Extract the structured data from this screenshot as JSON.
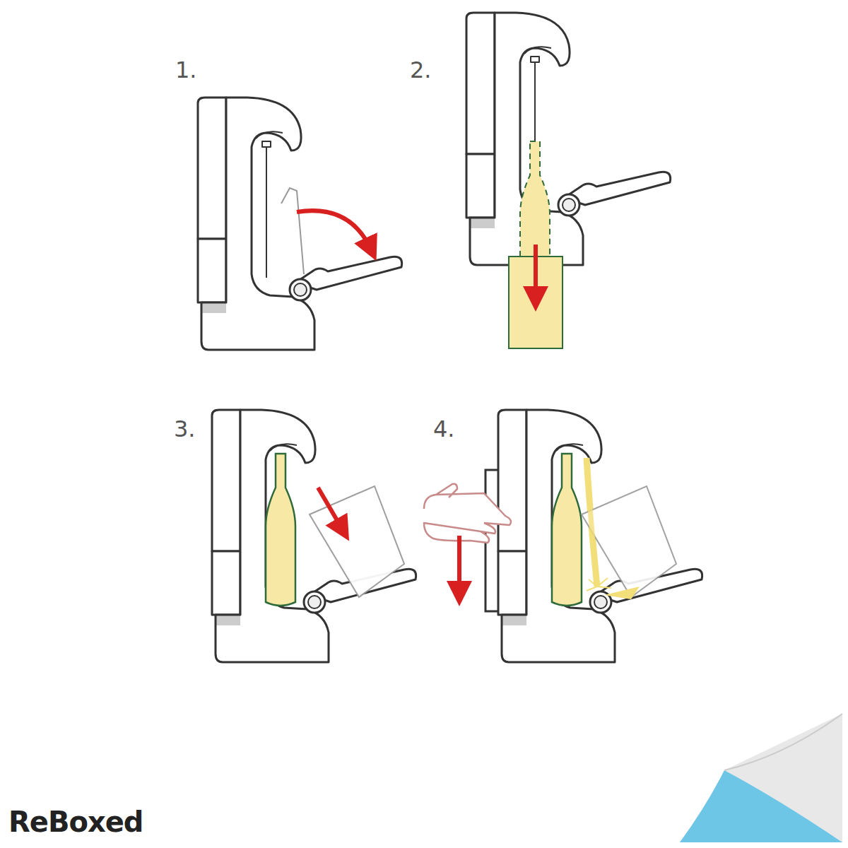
{
  "diagram": {
    "labels": [
      "1.",
      "2.",
      "3.",
      "4.",
      "ReBoxed"
    ]
  }
}
